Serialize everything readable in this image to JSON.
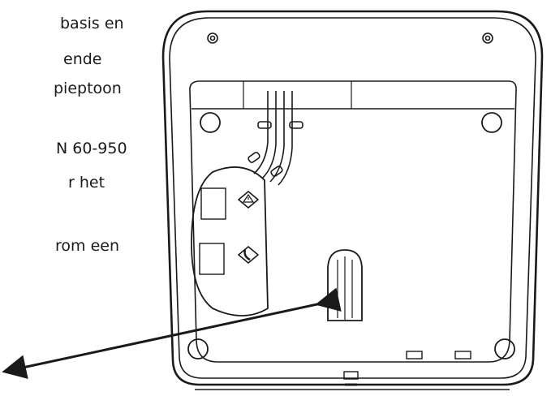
{
  "text_lines": [
    "basis en",
    "ende",
    "pieptoon",
    "N 60-950",
    "r het",
    "rom een"
  ],
  "icons": {
    "warning": "warning-triangle-icon",
    "phone": "phone-handset-icon"
  },
  "colors": {
    "ink": "#1a1a1a",
    "background": "#ffffff"
  }
}
